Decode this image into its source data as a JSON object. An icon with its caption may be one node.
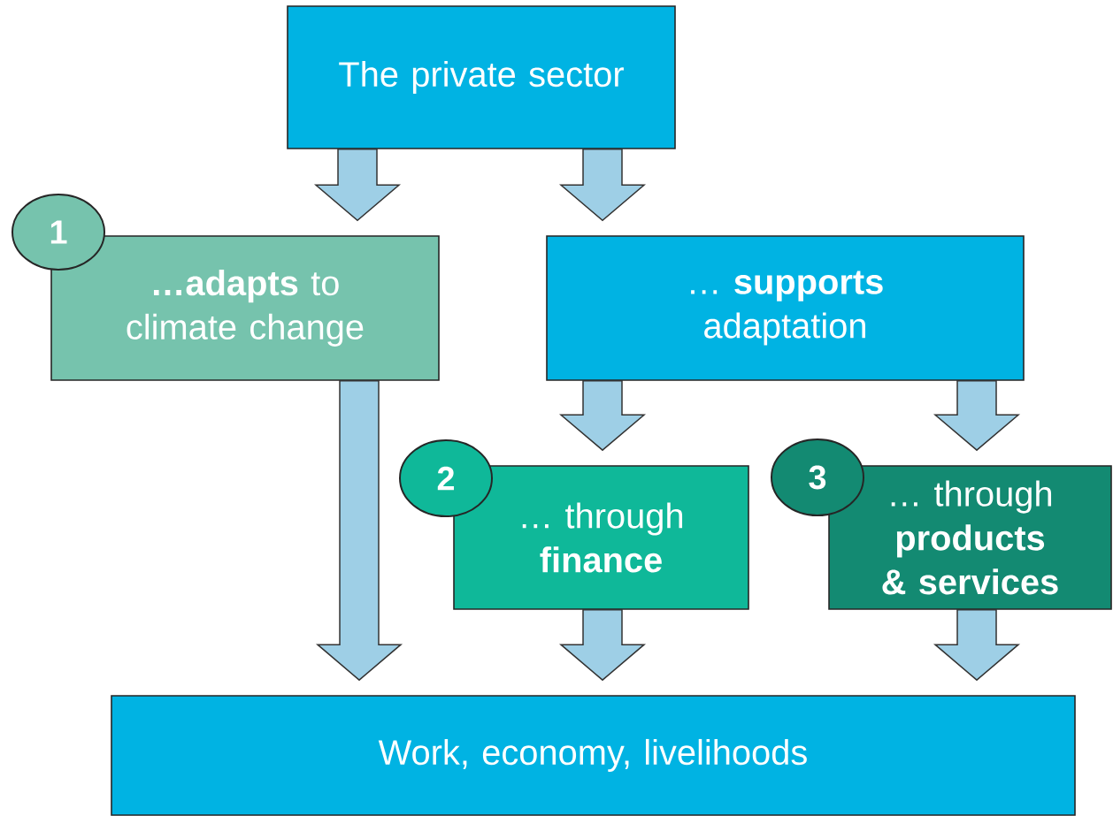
{
  "diagram": {
    "nodes": [
      {
        "text": [
          "The private sector"
        ]
      },
      {
        "text": [
          "1"
        ]
      },
      {
        "text": [
          "**…adapts** to climate change"
        ]
      },
      {
        "text": [
          "… **supports** adaptation"
        ]
      },
      {
        "text": [
          "2"
        ]
      },
      {
        "text": [
          "… through **finance**"
        ]
      },
      {
        "text": [
          "3"
        ]
      },
      {
        "text": [
          "… through **products & services**"
        ]
      },
      {
        "text": [
          "Work, economy, livelihoods"
        ]
      }
    ],
    "edges": [
      {
        "from": 0,
        "to": 2,
        "arrow": "to"
      },
      {
        "from": 0,
        "to": 3,
        "arrow": "to"
      },
      {
        "from": 2,
        "to": 8,
        "arrow": "to"
      },
      {
        "from": 3,
        "to": 5,
        "arrow": "to"
      },
      {
        "from": 3,
        "to": 7,
        "arrow": "to"
      },
      {
        "from": 5,
        "to": 8,
        "arrow": "to"
      },
      {
        "from": 7,
        "to": 8,
        "arrow": "to"
      }
    ]
  }
}
